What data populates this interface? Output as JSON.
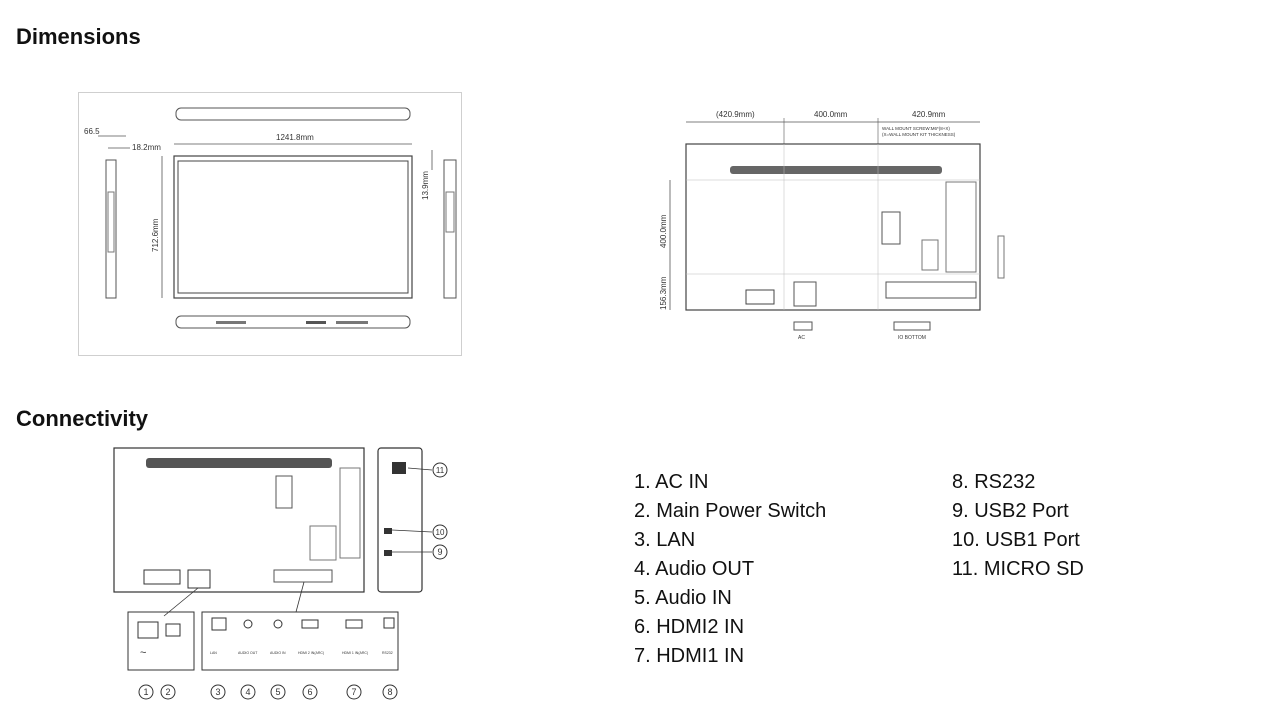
{
  "sections": {
    "dimensions": "Dimensions",
    "connectivity": "Connectivity"
  },
  "front_view": {
    "depth_a": "66.5",
    "depth_b": "18.2mm",
    "width": "1241.8mm",
    "height": "712.6mm",
    "bezel": "13.9mm"
  },
  "rear_view": {
    "left_offset": "(420.9mm)",
    "vesa_h": "400.0mm",
    "right_offset": "420.9mm",
    "vesa_v": "400.0mm",
    "bottom_offset": "156.3mm",
    "wall_note_1": "WALL MOUNT SCREW:M6*(8+X)",
    "wall_note_2": "(X=WALL MOUNT KIT THICKNESS)",
    "ac_label": "AC",
    "io_label": "IO BOTTOM"
  },
  "rear_panel": {
    "callouts": [
      "1",
      "2",
      "3",
      "4",
      "5",
      "6",
      "7",
      "8",
      "9",
      "10",
      "11"
    ],
    "jack_labels": {
      "lan": "LAN",
      "audio_out": "AUDIO OUT",
      "audio_in": "AUDIO IN",
      "hdmi2": "HDMI 2 IN(ARC)",
      "hdmi1": "HDMI 1 IN(ARC)",
      "rs232": "RS232"
    }
  },
  "ports_left": [
    "1. AC IN",
    "2. Main Power Switch",
    "3. LAN",
    "4. Audio OUT",
    "5. Audio IN",
    "6. HDMI2 IN",
    "7. HDMI1 IN"
  ],
  "ports_right": [
    "8. RS232",
    "9. USB2 Port",
    "10. USB1 Port",
    "11. MICRO SD"
  ]
}
